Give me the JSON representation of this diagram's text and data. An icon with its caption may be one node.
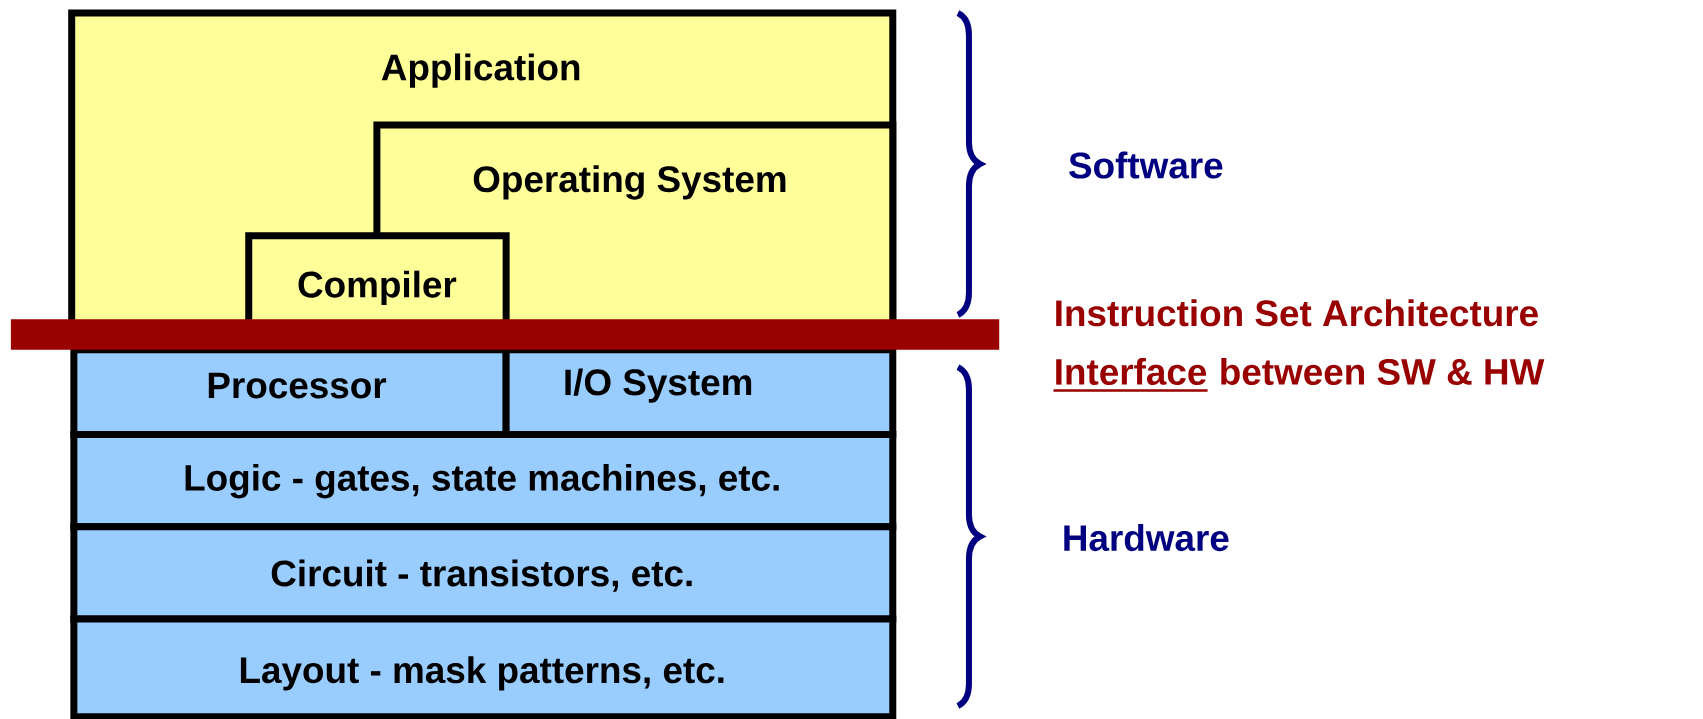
{
  "diagram": {
    "nodes": [
      {
        "text": [
          "Application"
        ]
      },
      {
        "text": [
          "Operating System"
        ],
        "in": 0
      },
      {
        "text": [
          "Compiler"
        ],
        "in": 0
      },
      {
        "text": [
          "Processor"
        ]
      },
      {
        "text": [
          "I/O System"
        ]
      },
      {
        "text": [
          "Logic - gates, state machines, etc."
        ]
      },
      {
        "text": [
          "Circuit - transistors, etc."
        ]
      },
      {
        "text": [
          "Layout - mask patterns, etc."
        ]
      },
      {
        "text": [],
        "shape": "bar"
      }
    ],
    "labels": [
      "Software",
      "Instruction Set Architecture",
      "Interface",
      "between SW & HW",
      "Hardware"
    ]
  }
}
